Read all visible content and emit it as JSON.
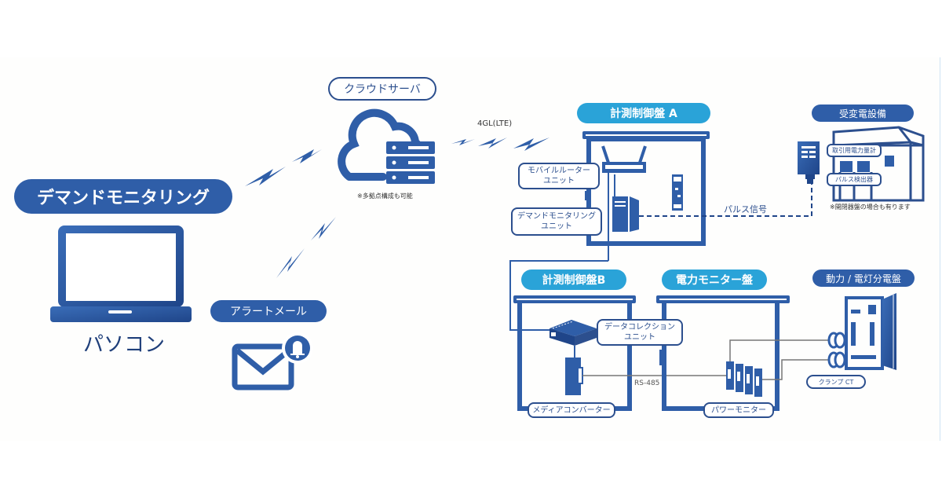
{
  "colors": {
    "primary": "#2f5ea8",
    "dark_navy": "#1f4589",
    "accent_cyan": "#2aa3d8",
    "line_gray": "#777777",
    "background": "#fefefd"
  },
  "left": {
    "monitoring_title": "デマンドモニタリング",
    "pc_label": "パソコン",
    "alert_title": "アラートメール"
  },
  "cloud": {
    "title": "クラウドサーバ",
    "note": "※多拠点構成も可能"
  },
  "link": {
    "network_label": "4GL(LTE)"
  },
  "panel_a": {
    "title": "計測制御盤 A",
    "tags": [
      {
        "line1": "モバイルルーター",
        "line2": "ユニット"
      },
      {
        "line1": "デマンドモニタリング",
        "line2": "ユニット"
      }
    ],
    "pulse_label": "パルス信号"
  },
  "substation": {
    "title": "受変電設備",
    "tags": [
      "取引用電力量計",
      "パルス検出器"
    ],
    "note": "※開閉器盤の場合も有ります"
  },
  "panel_b": {
    "title": "計測制御盤B",
    "data_collection": {
      "line1": "データコレクション",
      "line2": "ユニット"
    },
    "media_converter": "メディアコンバーター",
    "rs485": "RS-485"
  },
  "power_monitor_panel": {
    "title": "電力モニター盤",
    "device": "パワーモニター"
  },
  "distribution": {
    "title": "動力 / 電灯分電盤",
    "clamp": "クランプ CT"
  }
}
